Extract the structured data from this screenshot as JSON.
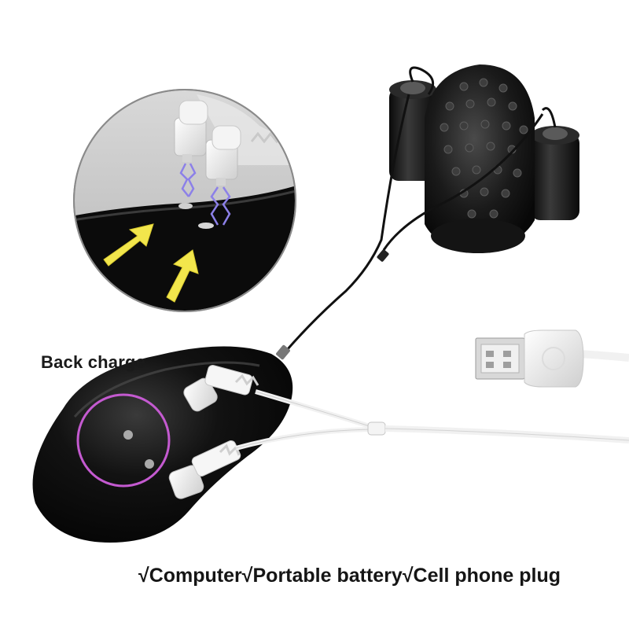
{
  "labels": {
    "back_charge": "Back charge",
    "compatibility": "√Computer√Portable battery√Cell phone plug"
  },
  "colors": {
    "background": "#ffffff",
    "device_body": "#0c0c0c",
    "cable": "#f1f1f1",
    "highlight_ring": "#c45ad0",
    "arrow": "#f1e64a",
    "spark": "#7a6fe0"
  },
  "icons": [
    "remote-control-device",
    "usb-plug-icon",
    "charging-cable",
    "stimulator-cup",
    "magnifier-inset",
    "charge-arrow-icon",
    "magnetic-connector-icon"
  ]
}
